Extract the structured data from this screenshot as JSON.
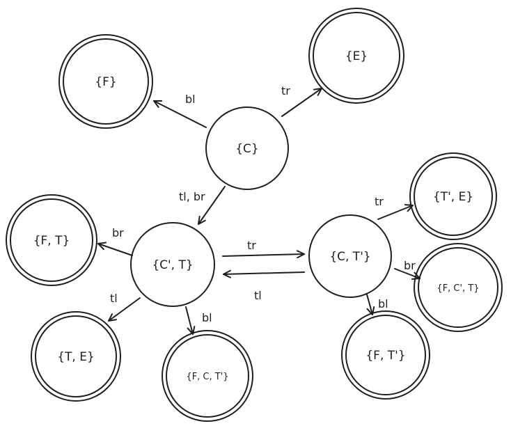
{
  "diagram": {
    "nodes": [
      {
        "id": "C",
        "label": "{C}",
        "accepting": false
      },
      {
        "id": "F",
        "label": "{F}",
        "accepting": true
      },
      {
        "id": "E",
        "label": "{E}",
        "accepting": true
      },
      {
        "id": "Cp_T",
        "label": "{C', T}",
        "accepting": false
      },
      {
        "id": "C_Tp",
        "label": "{C, T'}",
        "accepting": false
      },
      {
        "id": "F_T",
        "label": "{F, T}",
        "accepting": true
      },
      {
        "id": "T_E",
        "label": "{T, E}",
        "accepting": true
      },
      {
        "id": "F_C_Tp",
        "label": "{F, C, T'}",
        "accepting": true
      },
      {
        "id": "Tp_E",
        "label": "{T', E}",
        "accepting": true
      },
      {
        "id": "F_Cp_T",
        "label": "{F, C', T}",
        "accepting": true
      },
      {
        "id": "F_Tp",
        "label": "{F, T'}",
        "accepting": true
      }
    ],
    "edges": [
      {
        "id": "C_to_F",
        "from": "C",
        "to": "F",
        "label": "bl"
      },
      {
        "id": "C_to_E",
        "from": "C",
        "to": "E",
        "label": "tr"
      },
      {
        "id": "C_to_CpT",
        "from": "C",
        "to": "Cp_T",
        "label": "tl, br"
      },
      {
        "id": "CpT_to_FT",
        "from": "Cp_T",
        "to": "F_T",
        "label": "br"
      },
      {
        "id": "CpT_to_TE",
        "from": "Cp_T",
        "to": "T_E",
        "label": "tl"
      },
      {
        "id": "CpT_to_FCTp",
        "from": "Cp_T",
        "to": "F_C_Tp",
        "label": "bl"
      },
      {
        "id": "CpT_to_CTp",
        "from": "Cp_T",
        "to": "C_Tp",
        "label": "tr"
      },
      {
        "id": "CTp_to_CpT",
        "from": "C_Tp",
        "to": "Cp_T",
        "label": "tl"
      },
      {
        "id": "CTp_to_TpE",
        "from": "C_Tp",
        "to": "Tp_E",
        "label": "tr"
      },
      {
        "id": "CTp_to_FCpT",
        "from": "C_Tp",
        "to": "F_Cp_T",
        "label": "br"
      },
      {
        "id": "CTp_to_FTp",
        "from": "C_Tp",
        "to": "F_Tp",
        "label": "bl"
      }
    ]
  }
}
